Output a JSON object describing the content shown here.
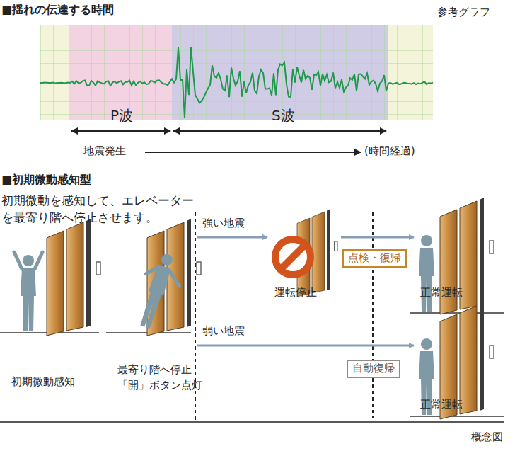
{
  "diagram": {
    "title": "■揺れの伝達する時間",
    "caption": "概念図",
    "nodes": [
      {
        "text": [
          "点検・復帰"
        ]
      },
      {
        "text": [
          "自動復帰"
        ]
      }
    ],
    "labels": [
      "参考グラフ",
      "P波",
      "S波",
      "地震発生",
      "(時間経過)",
      "■初期微動感知型",
      "初期微動を感知して、エレベーター を最寄り階へ停止させます。",
      "強い地震",
      "弱い地震",
      "初期微動感知",
      "最寄り階へ停止 「開」ボタン点灯",
      "運転停止",
      "正常運転",
      "正常運転"
    ]
  }
}
